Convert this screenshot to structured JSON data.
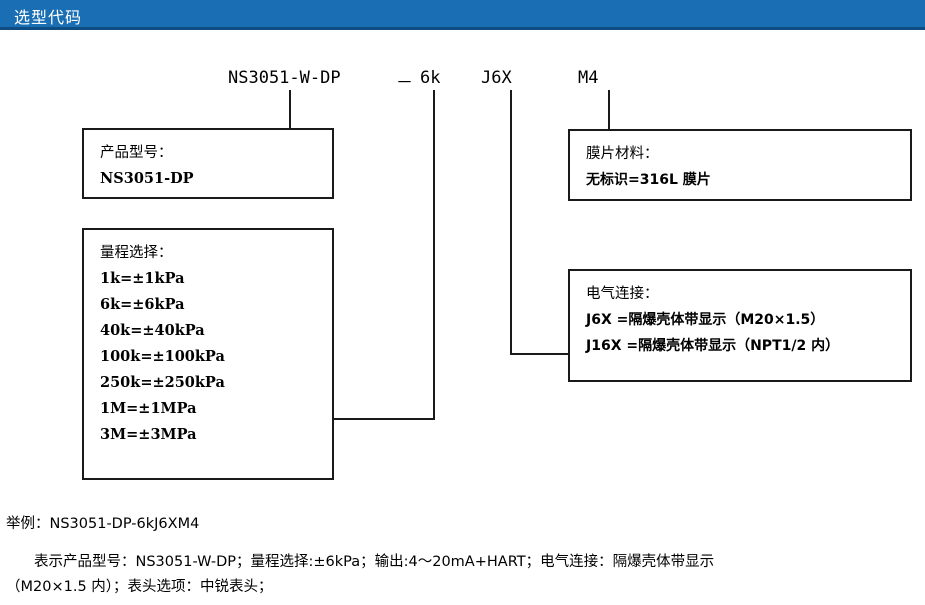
{
  "header": {
    "title": "选型代码"
  },
  "code_line": {
    "model": "NS3051-W-DP",
    "dash": "－",
    "range": "6k",
    "electrical": "J6X",
    "diaphragm": "M4"
  },
  "boxes": {
    "model": {
      "title": "产品型号：",
      "lines": [
        "NS3051-DP"
      ]
    },
    "range": {
      "title": "量程选择：",
      "lines": [
        "1k=±1kPa",
        "6k=±6kPa",
        "40k=±40kPa",
        "100k=±100kPa",
        "250k=±250kPa",
        "1M=±1MPa",
        "3M=±3MPa"
      ]
    },
    "diaphragm": {
      "title": "膜片材料：",
      "lines": [
        "无标识=316L 膜片"
      ]
    },
    "electrical": {
      "title": "电气连接：",
      "lines": [
        "J6X =隔爆壳体带显示（M20×1.5）",
        "J16X =隔爆壳体带显示（NPT1/2 内）"
      ]
    }
  },
  "footer": {
    "example_line": "举例：NS3051-DP-6kJ6XM4",
    "desc_line1": "表示产品型号：NS3051-W-DP；量程选择:±6kPa；输出:4～20mA+HART；电气连接：隔爆壳体带显示",
    "desc_line2": "（M20×1.5 内）；表头选项：中锐表头；"
  },
  "colors": {
    "header_background": "#1a6fb4",
    "header_border": "#0f4c81",
    "header_text": "#ffffff",
    "line": "#1a1a1a",
    "box_border": "#1a1a1a",
    "page_background": "#ffffff"
  }
}
